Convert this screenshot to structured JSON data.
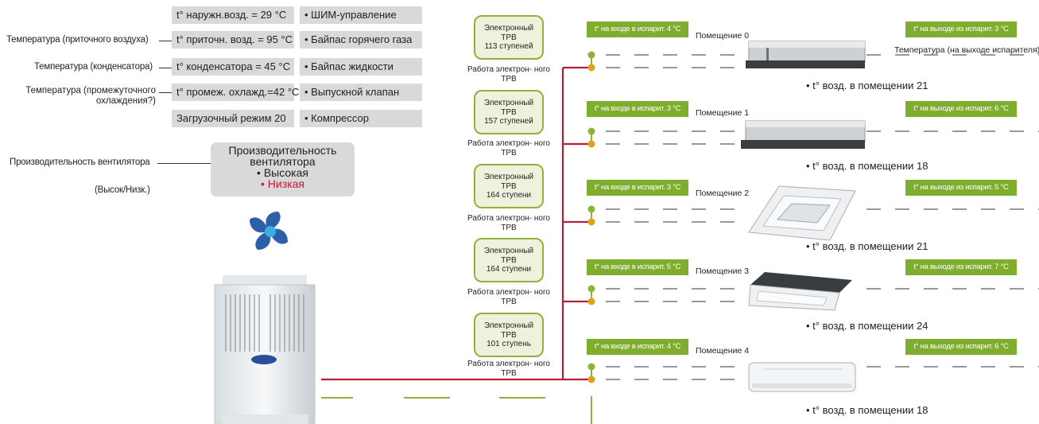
{
  "left_labels": {
    "supply_air": "Температура (приточного воздуха)",
    "condenser": "Температура (конденсатора)",
    "intercooling": "Температура (промежуточного охлаждения?)",
    "fan_capacity": "Производительность вентилятора",
    "fan_mode": "(Высок/Низк.)"
  },
  "params": {
    "outdoor": "t° наружн.возд. = 29 °C",
    "supply": "t° приточн. возд. = 95 °C",
    "condenser": "t° конденсатора = 45 °C",
    "intercool": "t° промеж. охлажд.=42 °C",
    "load_mode": "Загрузочный режим 20"
  },
  "modes": {
    "pwm": "• ШИМ-управление",
    "hot_gas": "• Байпас горячего газа",
    "liquid": "• Байпас жидкости",
    "outlet": "• Выпускной клапан",
    "compressor": "• Компрессор"
  },
  "fan_box": {
    "title": "Производительность вентилятора",
    "high": "• Высокая",
    "low": "• Низкая"
  },
  "exv_caption": "Работа электрон- ного ТРВ",
  "exv_title": "Электронный ТРВ",
  "exv": [
    {
      "steps": "113 ступеней"
    },
    {
      "steps": "157 ступеней"
    },
    {
      "steps": "164 ступени"
    },
    {
      "steps": "164 ступени"
    },
    {
      "steps": "101 ступень"
    }
  ],
  "outlet_temp_label": "Температура (на выходе испарителя)",
  "rooms": [
    {
      "name": "Помещение 0",
      "inlet": "t° на входе в испарит. 4 °C",
      "outlet": "t° на выходе из испарит. 3 °C",
      "room_temp": "• t° возд. в помещении 21"
    },
    {
      "name": "Помещение 1",
      "inlet": "t° на входе в испарит. 3 °C",
      "outlet": "t° на выходе из испарит. 6 °C",
      "room_temp": "• t° возд. в помещении 18"
    },
    {
      "name": "Помещение 2",
      "inlet": "t° на входе в испарит. 3 °C",
      "outlet": "t° на выходе из испарит. 5 °C",
      "room_temp": "• t° возд. в помещении 21"
    },
    {
      "name": "Помещение 3",
      "inlet": "t° на входе в испарит. 5 °C",
      "outlet": "t° на выходе из испарит. 7 °C",
      "room_temp": "• t° возд. в помещении 24"
    },
    {
      "name": "Помещение 4",
      "inlet": "t° на входе в испарит. 4 °C",
      "outlet": "t° на выходе из испарит. 6 °C",
      "room_temp": "• t° возд. в помещении 18"
    }
  ],
  "colors": {
    "pipe_red": "#b0203a",
    "pipe_green": "#8db33a",
    "tag_green": "#7fae2e",
    "accent_red": "#d0103a"
  }
}
